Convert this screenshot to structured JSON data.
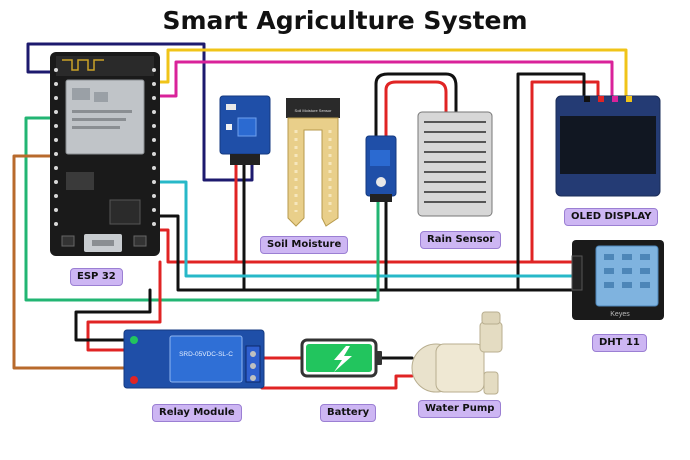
{
  "title": "Smart Agriculture System",
  "labels": {
    "esp32": "ESP 32",
    "soil": "Soil Moisture",
    "rain": "Rain Sensor",
    "oled": "OLED DISPLAY",
    "dht": "DHT 11",
    "relay": "Relay Module",
    "battery": "Battery",
    "pump": "Water Pump"
  },
  "board_text": {
    "soil_probe": "Soil Moisture Sensor",
    "relay_model": "SRD-05VDC-SL-C",
    "dht_brand": "Keyes"
  },
  "colors": {
    "vcc": "#e02424",
    "gnd": "#111111",
    "navy": "#1d1a6e",
    "yellow": "#f0c419",
    "magenta": "#d9229a",
    "teal": "#27b8c8",
    "green": "#22b573",
    "brown": "#b86a2c",
    "label_bg": "#cdb6f3"
  }
}
